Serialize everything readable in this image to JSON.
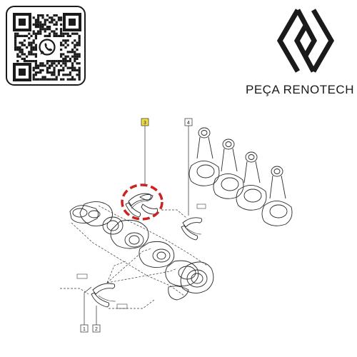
{
  "brand": {
    "name": "PEÇA RENOTECH",
    "logo_color": "#1a1a1a"
  },
  "qr": {
    "icon": "whatsapp-icon",
    "frame_color": "#1a1a1a"
  },
  "diagram": {
    "callouts": [
      {
        "id": "callout-1",
        "number": "1"
      },
      {
        "id": "callout-2",
        "number": "2"
      },
      {
        "id": "callout-3",
        "number": "3",
        "highlight_color": "#f2e04a"
      },
      {
        "id": "callout-4",
        "number": "4"
      }
    ],
    "highlight_ring_color": "#cc2222"
  }
}
